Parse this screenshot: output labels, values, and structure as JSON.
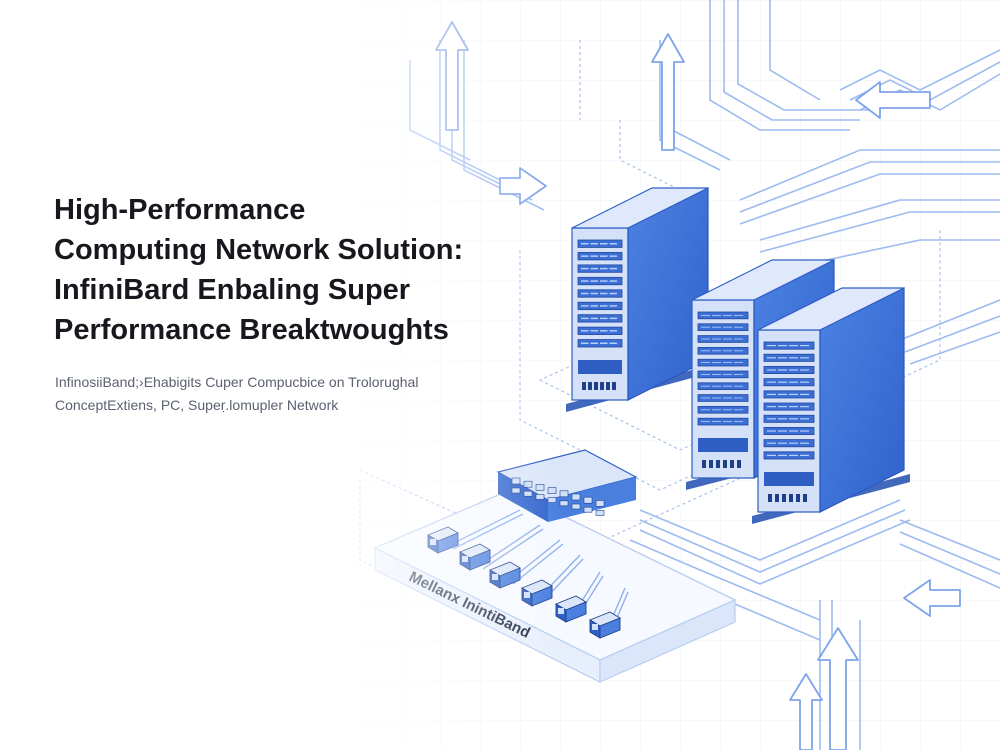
{
  "headline": {
    "line1": "High-Performance",
    "line2": "Computing Network Solution:",
    "line3": "InfiniBard Enbaling Super",
    "line4": "Performance Breaktwoughts"
  },
  "subtitle": {
    "line1": "InfinosiiBand;›Ehabigits Cuper Compucbice on Trolorughal",
    "line2": "ConceptExtiens, PC, Supeṛ.lomupler Network"
  },
  "platform_label": "Mellanx InintiBand",
  "colors": {
    "server_front": "#3f74d8",
    "server_top": "#dfe9fb",
    "server_side": "#2f5fc4",
    "circuit_line": "#8fb2ee",
    "circuit_dotted": "#a9c2ee",
    "title_text": "#16181d",
    "subtitle_text": "#5b6170"
  },
  "illustration": {
    "servers": [
      "rack-server",
      "rack-server",
      "rack-server"
    ],
    "switch": "infiniband-switch",
    "connectors": [
      "cable-connector",
      "cable-connector",
      "cable-connector",
      "cable-connector",
      "cable-connector",
      "cable-connector"
    ],
    "arrows": [
      "arrow-up",
      "arrow-up",
      "arrow-up",
      "arrow-right",
      "arrow-left",
      "arrow-up"
    ]
  }
}
